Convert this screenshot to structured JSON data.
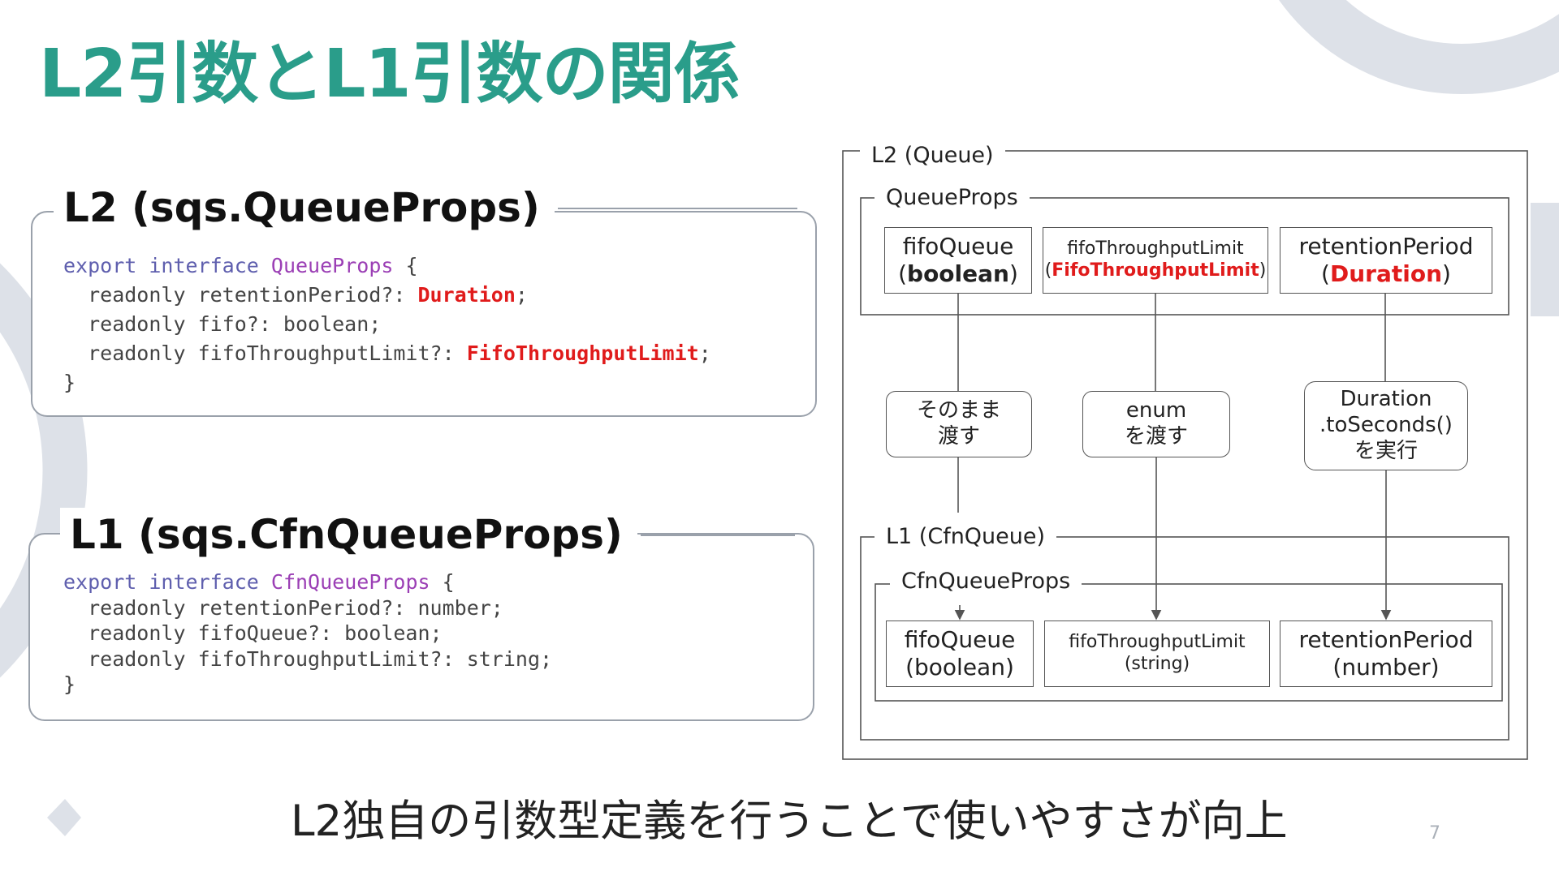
{
  "slide": {
    "title": "L2引数とL1引数の関係",
    "caption": "L2独自の引数型定義を行うことで使いやすさが向上",
    "page_number": "7"
  },
  "l2_card": {
    "title": "L2 (sqs.QueueProps)",
    "code": {
      "keyword_export": "export",
      "keyword_interface": "interface",
      "interface_name": "QueueProps",
      "open_brace": "{",
      "lines": [
        {
          "prefix": "  readonly retentionPeriod?: ",
          "type": "Duration",
          "suffix": ";"
        },
        {
          "prefix": "  readonly fifo?: boolean;",
          "type": "",
          "suffix": ""
        },
        {
          "prefix": "  readonly fifoThroughputLimit?: ",
          "type": "FifoThroughputLimit",
          "suffix": ";"
        }
      ],
      "close_brace": "}"
    }
  },
  "l1_card": {
    "title": "L1 (sqs.CfnQueueProps)",
    "code": {
      "keyword_export": "export",
      "keyword_interface": "interface",
      "interface_name": "CfnQueueProps",
      "open_brace": "{",
      "lines": [
        "  readonly retentionPeriod?: number;",
        "  readonly fifoQueue?: boolean;",
        "  readonly fifoThroughputLimit?: string;"
      ],
      "close_brace": "}"
    }
  },
  "diagram": {
    "l2_group_label": "L2 (Queue)",
    "l2_props_label": "QueueProps",
    "l2_fields": [
      {
        "name": "fifoQueue",
        "type": "boolean"
      },
      {
        "name": "fifoThroughputLimit",
        "type": "FifoThroughputLimit"
      },
      {
        "name": "retentionPeriod",
        "type": "Duration"
      }
    ],
    "conversions": [
      {
        "line1": "そのまま",
        "line2": "渡す"
      },
      {
        "line1": "enum",
        "line2": "を渡す"
      },
      {
        "line1": "Duration",
        "line2": ".toSeconds()",
        "line3": "を実行"
      }
    ],
    "l1_group_label": "L1 (CfnQueue)",
    "l1_props_label": "CfnQueueProps",
    "l1_fields": [
      {
        "name": "fifoQueue",
        "type": "(boolean)"
      },
      {
        "name": "fifoThroughputLimit",
        "type": "(string)"
      },
      {
        "name": "retentionPeriod",
        "type": "(number)"
      }
    ]
  },
  "colors": {
    "title": "#2a9d8a",
    "highlight": "#e01b1b",
    "keyword": "#5f5fae",
    "type_name": "#9b3fb5",
    "decoration": "#dde1e8"
  }
}
